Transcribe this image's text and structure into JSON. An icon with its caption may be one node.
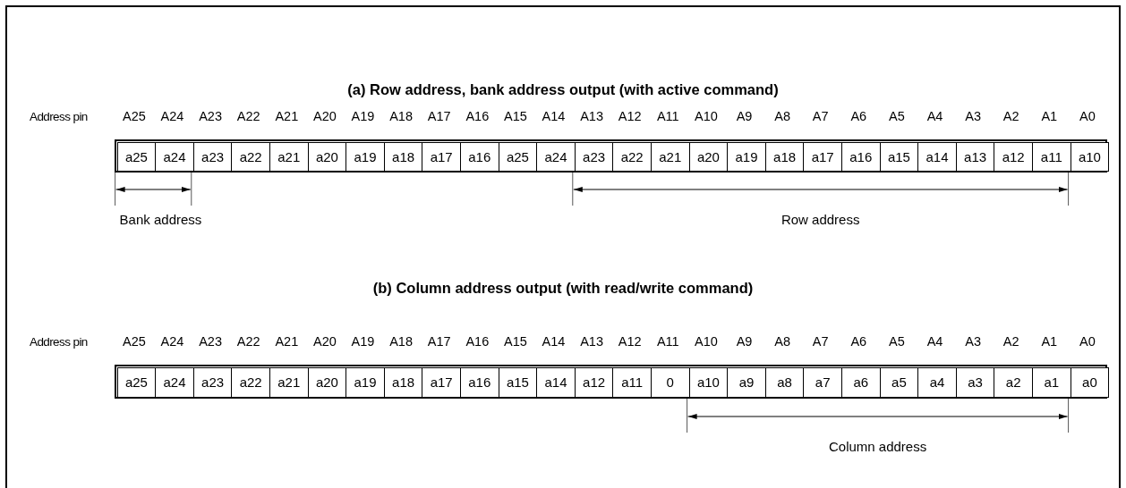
{
  "diagram": {
    "labels": [
      "(a)  Row address, bank address output (with active command)",
      "Address pin",
      "A25",
      "A24",
      "A23",
      "A22",
      "A21",
      "A20",
      "A19",
      "A18",
      "A17",
      "A16",
      "A15",
      "A14",
      "A13",
      "A12",
      "A11",
      "A10",
      "A9",
      "A8",
      "A7",
      "A6",
      "A5",
      "A4",
      "A3",
      "A2",
      "A1",
      "A0",
      "a25",
      "a24",
      "a23",
      "a22",
      "a21",
      "a20",
      "a19",
      "a18",
      "a17",
      "a16",
      "a25",
      "a24",
      "a23",
      "a22",
      "a21",
      "a20",
      "a19",
      "a18",
      "a17",
      "a16",
      "a15",
      "a14",
      "a13",
      "a12",
      "a11",
      "a10",
      "Bank address",
      "Row address",
      "(b)  Column address output (with read/write command)",
      "Address pin",
      "A25",
      "A24",
      "A23",
      "A22",
      "A21",
      "A20",
      "A19",
      "A18",
      "A17",
      "A16",
      "A15",
      "A14",
      "A13",
      "A12",
      "A11",
      "A10",
      "A9",
      "A8",
      "A7",
      "A6",
      "A5",
      "A4",
      "A3",
      "A2",
      "A1",
      "A0",
      "a25",
      "a24",
      "a23",
      "a22",
      "a21",
      "a20",
      "a19",
      "a18",
      "a17",
      "a16",
      "a15",
      "a14",
      "a12",
      "a11",
      "0",
      "a10",
      "a9",
      "a8",
      "a7",
      "a6",
      "a5",
      "a4",
      "a3",
      "a2",
      "a1",
      "a0",
      "Column address"
    ]
  }
}
